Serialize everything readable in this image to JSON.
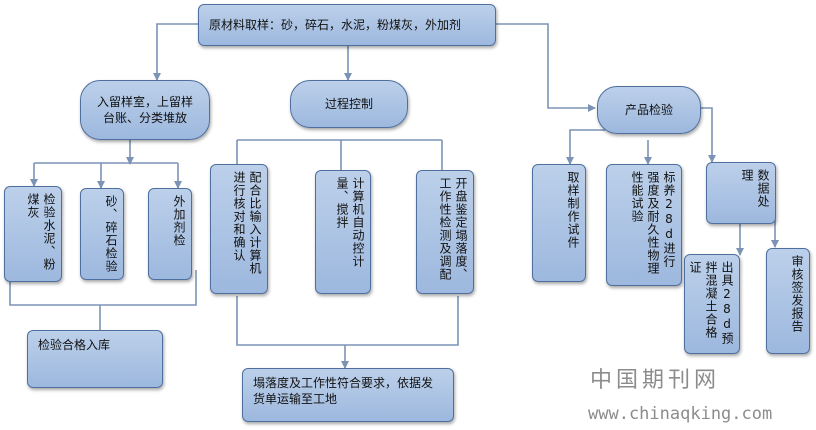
{
  "top": "原材料取样：砂，碎石，水泥，粉煤灰，外加剂",
  "storage": "入留样室，上留样台账、分类堆放",
  "process": "过程控制",
  "product": "产品检验",
  "tests": [
    "检验水泥、粉煤灰",
    "砂、碎石检验",
    "外加剂检"
  ],
  "process_steps": [
    "配合比输入计算机进行核对和确认",
    "计算机自动控计量、搅拌",
    "开盘鉴定塌落度、工作性检测及调配"
  ],
  "product_steps": {
    "sample": "取样制作试件",
    "curing": "标养28d进行强度及耐久性物理性能试验",
    "data": "数据处理",
    "cert": "出具28d预拌混凝土合格证",
    "report": "审核签发报告"
  },
  "qualified": "检验合格入库",
  "delivery": "塌落度及工作性符合要求，依据发货单运输至工地",
  "watermark": {
    "cn": "中国期刊网",
    "url": "www.chinaqking.com"
  }
}
